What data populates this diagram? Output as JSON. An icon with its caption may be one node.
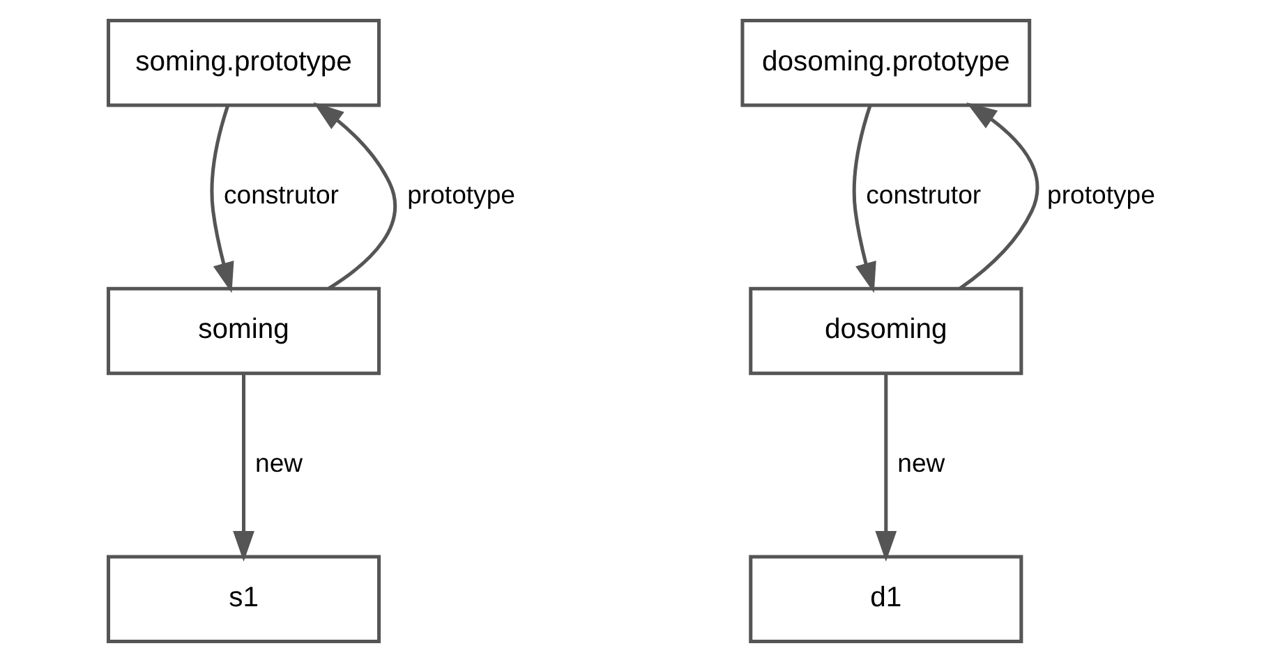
{
  "diagram": {
    "nodes": [
      {
        "text": [
          "soming.prototype"
        ]
      },
      {
        "text": [
          "soming"
        ]
      },
      {
        "text": [
          "s1"
        ]
      },
      {
        "text": [
          "dosoming.prototype"
        ]
      },
      {
        "text": [
          "dosoming"
        ]
      },
      {
        "text": [
          "d1"
        ]
      }
    ],
    "edges": [
      {
        "from": 0,
        "to": 1,
        "arrow": "to",
        "label": "construtor"
      },
      {
        "from": 1,
        "to": 0,
        "arrow": "to",
        "label": "prototype"
      },
      {
        "from": 1,
        "to": 2,
        "arrow": "to",
        "label": "new"
      },
      {
        "from": 3,
        "to": 4,
        "arrow": "to",
        "label": "construtor"
      },
      {
        "from": 4,
        "to": 3,
        "arrow": "to",
        "label": "prototype"
      },
      {
        "from": 4,
        "to": 5,
        "arrow": "to",
        "label": "new"
      }
    ]
  }
}
